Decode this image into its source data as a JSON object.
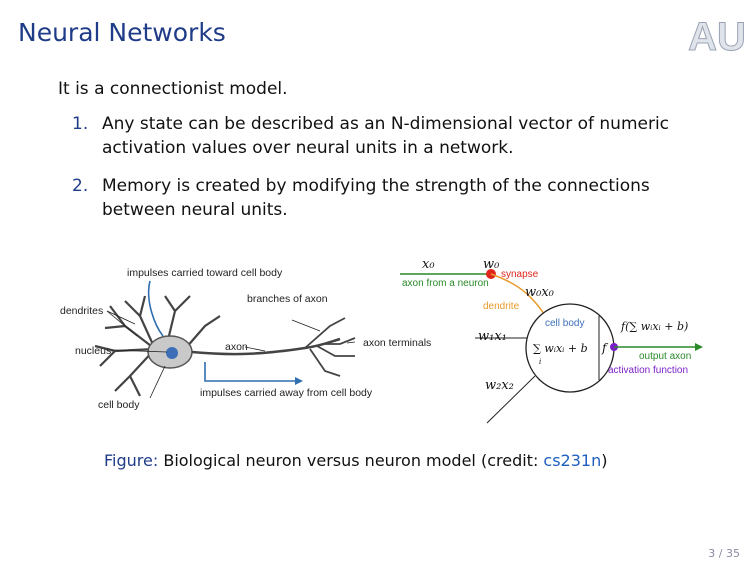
{
  "slide": {
    "title": "Neural Networks",
    "intro": "It is a connectionist model.",
    "items": [
      {
        "num": "1.",
        "text": "Any state can be described as an N-dimensional vector of numeric activation values over neural units in a network."
      },
      {
        "num": "2.",
        "text": "Memory is created by modifying the strength of the connections between neural units."
      }
    ],
    "page_number": "3 / 35",
    "colors": {
      "title": "#1f3c88",
      "synapse": "#e0261c",
      "dendrite": "#e89a2b",
      "axon": "#2a8a2a",
      "activation": "#7b1fc8"
    }
  },
  "biological": {
    "impulses_toward": "impulses carried toward cell body",
    "branches": "branches of axon",
    "dendrites": "dendrites",
    "nucleus": "nucleus",
    "axon": "axon",
    "axon_terminals": "axon terminals",
    "impulses_away": "impulses carried away from cell body",
    "cell_body": "cell body"
  },
  "model": {
    "x0": "x₀",
    "w0": "w₀",
    "synapse": "synapse",
    "axon_from_neuron": "axon from a neuron",
    "w0x0": "w₀x₀",
    "dendrite": "dendrite",
    "cell_body": "cell body",
    "w1x1": "w₁x₁",
    "sum": "∑ wᵢxᵢ + b",
    "sum_index": "i",
    "f": "f",
    "activation_expr": "f(∑ wᵢxᵢ + b)",
    "output_axon": "output axon",
    "activation_function": "activation function",
    "w2x2": "w₂x₂"
  },
  "caption": {
    "label": "Figure:",
    "text": "Biological neuron versus neuron model (credit: ",
    "link": "cs231n",
    "close": ")"
  }
}
